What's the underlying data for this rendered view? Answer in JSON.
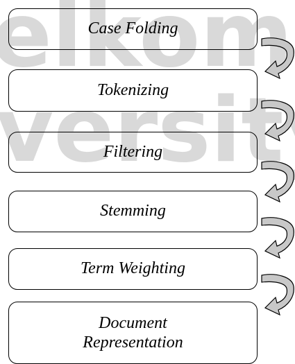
{
  "steps": [
    {
      "label": "Case Folding"
    },
    {
      "label": "Tokenizing"
    },
    {
      "label": "Filtering"
    },
    {
      "label": "Stemming"
    },
    {
      "label": "Term Weighting"
    },
    {
      "label": "Document\nRepresentation"
    }
  ],
  "watermark": {
    "text_line_1": "elkom",
    "text_line_2": "iversity",
    "color": "#d9d9d9"
  },
  "colors": {
    "box_border": "#000000",
    "arrow_fill": "#c8c8c8",
    "arrow_stroke": "#000000",
    "text": "#000000"
  },
  "icons": [
    "curved-down-arrow-icon"
  ]
}
